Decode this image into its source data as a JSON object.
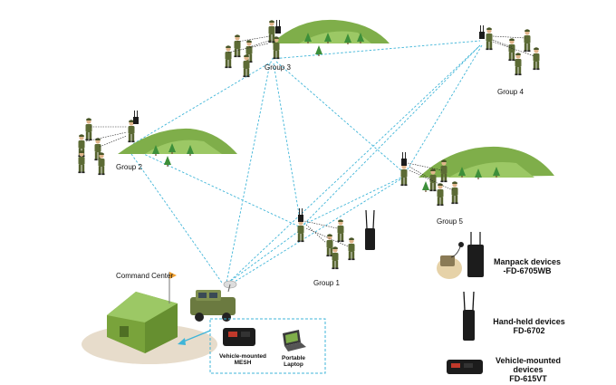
{
  "groups": {
    "group_1": "Group 1",
    "group_2": "Group 2",
    "group_3": "Group 3",
    "group_4": "Group 4",
    "group_5": "Group 5"
  },
  "command_center": {
    "title": "Command Center"
  },
  "vehicle_box": {
    "mesh_line1": "Vehicle-mounted",
    "mesh_line2": "MESH",
    "laptop_line1": "Portable",
    "laptop_line2": "Laptop"
  },
  "legend": {
    "manpack_line1": "Manpack devices",
    "manpack_line2": "-FD-6705WB",
    "handheld_line1": "Hand-held devices",
    "handheld_line2": "FD-6702",
    "vehicle_line1": "Vehicle-mounted",
    "vehicle_line2": "devices",
    "vehicle_line3": "FD-615VT"
  },
  "colors": {
    "link": "#3fb5d8",
    "soldier": "#5c6b35",
    "hill": "#7fae4a",
    "tent": "#79a33b",
    "device": "#1c1c1c"
  }
}
